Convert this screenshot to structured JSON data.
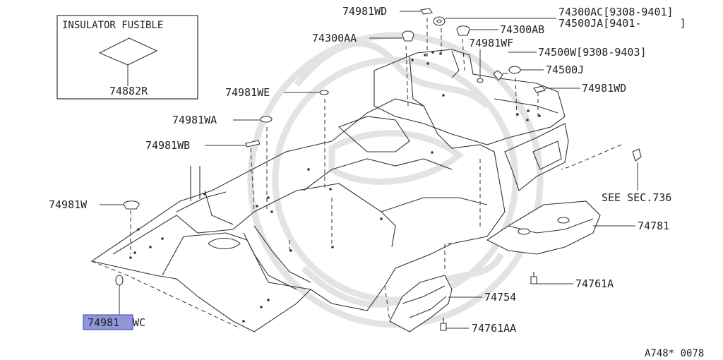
{
  "inset": {
    "title": "INSULATOR FUSIBLE",
    "part": "74882R"
  },
  "labels": {
    "l74981WD_top": "74981WD",
    "l74300AC": "74300AC[9308-9401]",
    "l74500JA": "74500JA[9401-      ]",
    "l74300AA": "74300AA",
    "l74300AB": "74300AB",
    "l74981WF": "74981WF",
    "l74500W": "74500W[9308-9403]",
    "l74500J": "74500J",
    "l74981WD_right": "74981WD",
    "l74981WE": "74981WE",
    "l74981WA": "74981WA",
    "l74981WB": "74981WB",
    "l74981W": "74981W",
    "l74981WC_highlight": "74981",
    "l74981WC_rest": "WC",
    "see_sec": "SEE SEC.736",
    "l74781": "74781",
    "l74761A": "74761A",
    "l74754": "74754",
    "l74761AA": "74761AA"
  },
  "footer": {
    "ref": "A748* 0078"
  },
  "colors": {
    "highlight_fill": "#8f97d9",
    "highlight_border": "#3b46a8",
    "line": "#333333",
    "text": "#222222"
  }
}
